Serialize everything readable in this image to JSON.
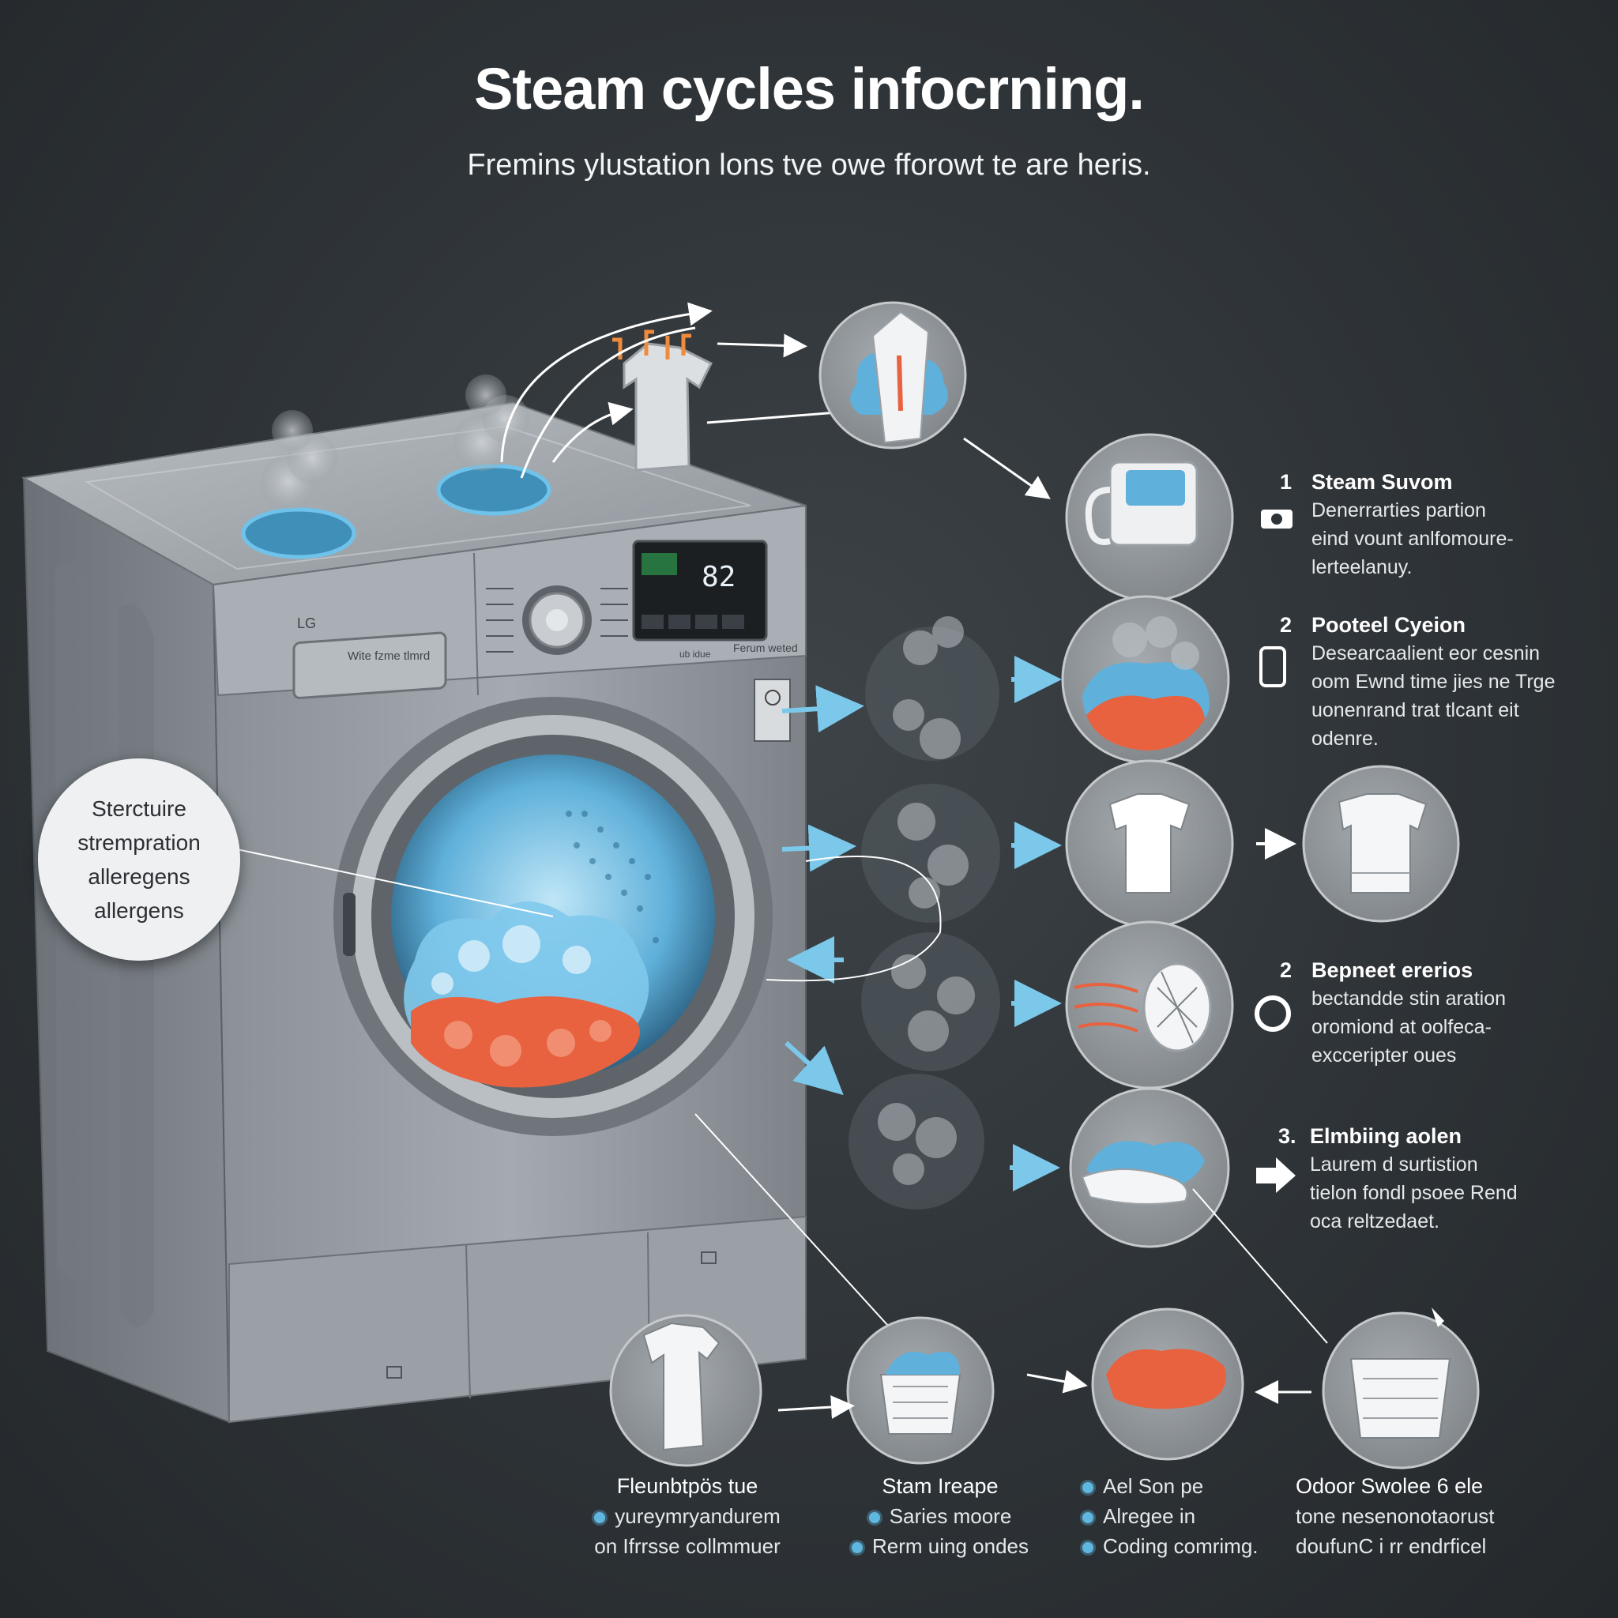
{
  "header": {
    "title": "Steam cycles infocrning.",
    "subtitle": "Fremins ylustation lons tve owe fforowt te are heris."
  },
  "machine": {
    "brand": "LG",
    "panel_label": "Wite fzme tlmrd",
    "panel_label_right": "Ferum weted",
    "panel_label_small": "ub idue",
    "display_readout": "82"
  },
  "callout": {
    "lines": [
      "Sterctuire",
      "strempration",
      "alleregens",
      "allergens"
    ]
  },
  "steps": [
    {
      "num": "1",
      "title": "Steam Suvom",
      "lines": [
        "Denerrarties partion",
        "eind vount anlfomoure-",
        "lerteelanuy."
      ]
    },
    {
      "num": "2",
      "title": "Pooteel Cyeion",
      "lines": [
        "Desearcaalient eor cesnin",
        "oom Ewnd time jies ne Trge",
        "uonenrand trat tlcant eit",
        "odenre."
      ]
    },
    {
      "num": "2",
      "title": "Bepneet ererios",
      "lines": [
        "bectandde stin aration",
        "oromiond at oolfeca-",
        "excceripter oues"
      ]
    },
    {
      "num": "3.",
      "title": "Elmbiing aolen",
      "lines": [
        "Laurem d surtistion",
        "tielon fondl psoee Rend",
        "oca reltzedaet."
      ]
    }
  ],
  "bottom": [
    {
      "title": "Fleunbtpös tue",
      "lines": [
        "yureymryandurem",
        "on Ifrrsse collmmuer"
      ],
      "bullets": [
        true,
        false
      ]
    },
    {
      "title": "Stam Ireape",
      "lines": [
        "Saries moore",
        "Rerm uing ondes"
      ],
      "bullets": [
        true,
        true
      ]
    },
    {
      "title": "",
      "lines": [
        "Ael Son pe",
        "Alregee in",
        "Coding comrimg."
      ],
      "bullets": [
        true,
        true,
        true
      ]
    },
    {
      "title": "Odoor Swolee 6 ele",
      "lines": [
        "tone nesenonotaorust",
        "doufunC i rr endrficel"
      ],
      "bullets": [
        false,
        false
      ]
    }
  ],
  "colors": {
    "background": "#2e3337",
    "machine": "#8e959b",
    "steam_blue": "#5fb7e0",
    "warm_orange": "#e8623f",
    "circle": "#8c9194"
  }
}
